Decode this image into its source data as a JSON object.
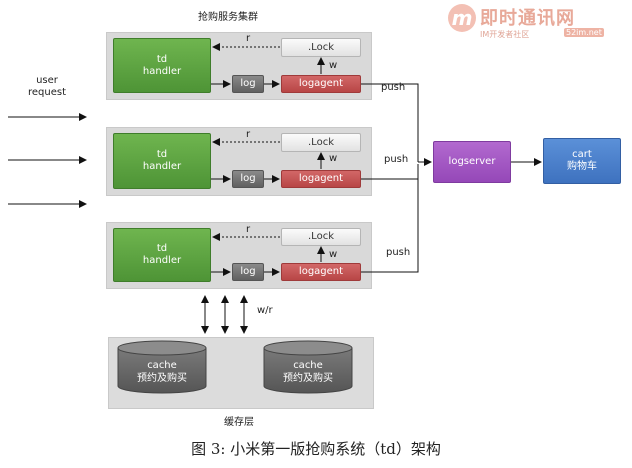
{
  "cluster_title": "抢购服务集群",
  "user_request": "user\nrequest",
  "rows": [
    {
      "td": "td\nhandler",
      "log": "log",
      "agent": "logagent",
      "lock": ".Lock",
      "r": "r",
      "w": "w",
      "push": "push"
    },
    {
      "td": "td\nhandler",
      "log": "log",
      "agent": "logagent",
      "lock": ".Lock",
      "r": "r",
      "w": "w",
      "push": "push"
    },
    {
      "td": "td\nhandler",
      "log": "log",
      "agent": "logagent",
      "lock": ".Lock",
      "r": "r",
      "w": "w",
      "push": "push"
    }
  ],
  "logserver": "logserver",
  "cart": "cart\n购物车",
  "cache_layer": {
    "label": "缓存层",
    "rw": "w/r",
    "items": [
      "cache\n预约及购买",
      "cache\n预约及购买"
    ]
  },
  "caption": "图 3: 小米第一版抢购系统（td）架构",
  "watermark": {
    "title": "即时通讯网",
    "subtitle": "IM开发者社区",
    "url": "52im.net"
  },
  "colors": {
    "td": "#5aa33f",
    "log": "#707070",
    "logagent": "#c45252",
    "logserver": "#a056c2",
    "cart": "#4a7fcc"
  }
}
